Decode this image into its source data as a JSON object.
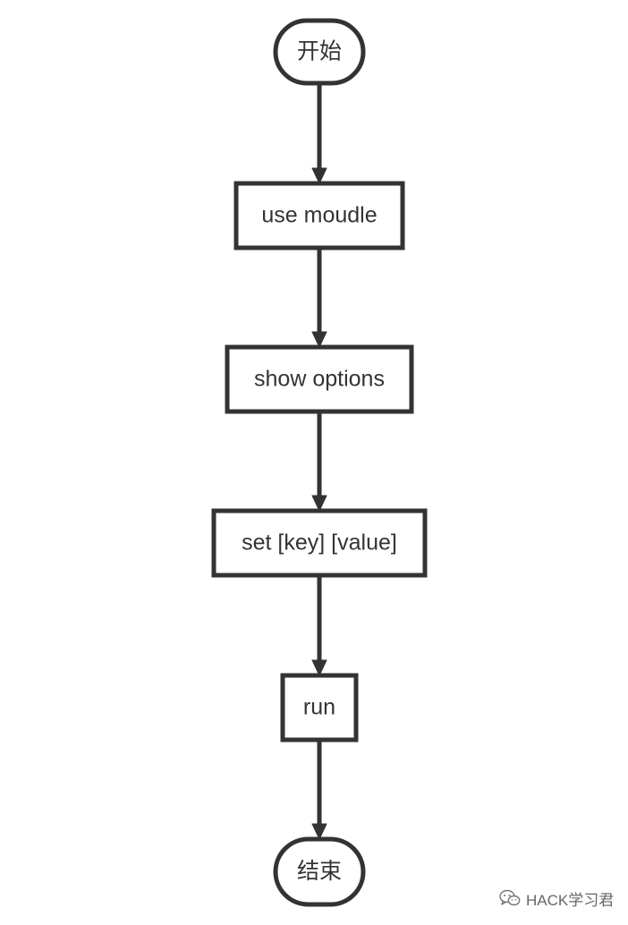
{
  "flowchart": {
    "nodes": [
      {
        "id": "start",
        "shape": "terminal",
        "label": "开始"
      },
      {
        "id": "use-module",
        "shape": "process",
        "label": "use moudle"
      },
      {
        "id": "show-options",
        "shape": "process",
        "label": "show options"
      },
      {
        "id": "set-key-value",
        "shape": "process",
        "label": "set [key] [value]"
      },
      {
        "id": "run",
        "shape": "process",
        "label": "run"
      },
      {
        "id": "end",
        "shape": "terminal",
        "label": "结束"
      }
    ],
    "edges": [
      {
        "from": "start",
        "to": "use-module"
      },
      {
        "from": "use-module",
        "to": "show-options"
      },
      {
        "from": "show-options",
        "to": "set-key-value"
      },
      {
        "from": "set-key-value",
        "to": "run"
      },
      {
        "from": "run",
        "to": "end"
      }
    ],
    "colors": {
      "stroke": "#333333",
      "text": "#333333",
      "fill": "#ffffff"
    }
  },
  "watermark": {
    "icon": "wechat-icon",
    "text": "HACK学习君"
  }
}
